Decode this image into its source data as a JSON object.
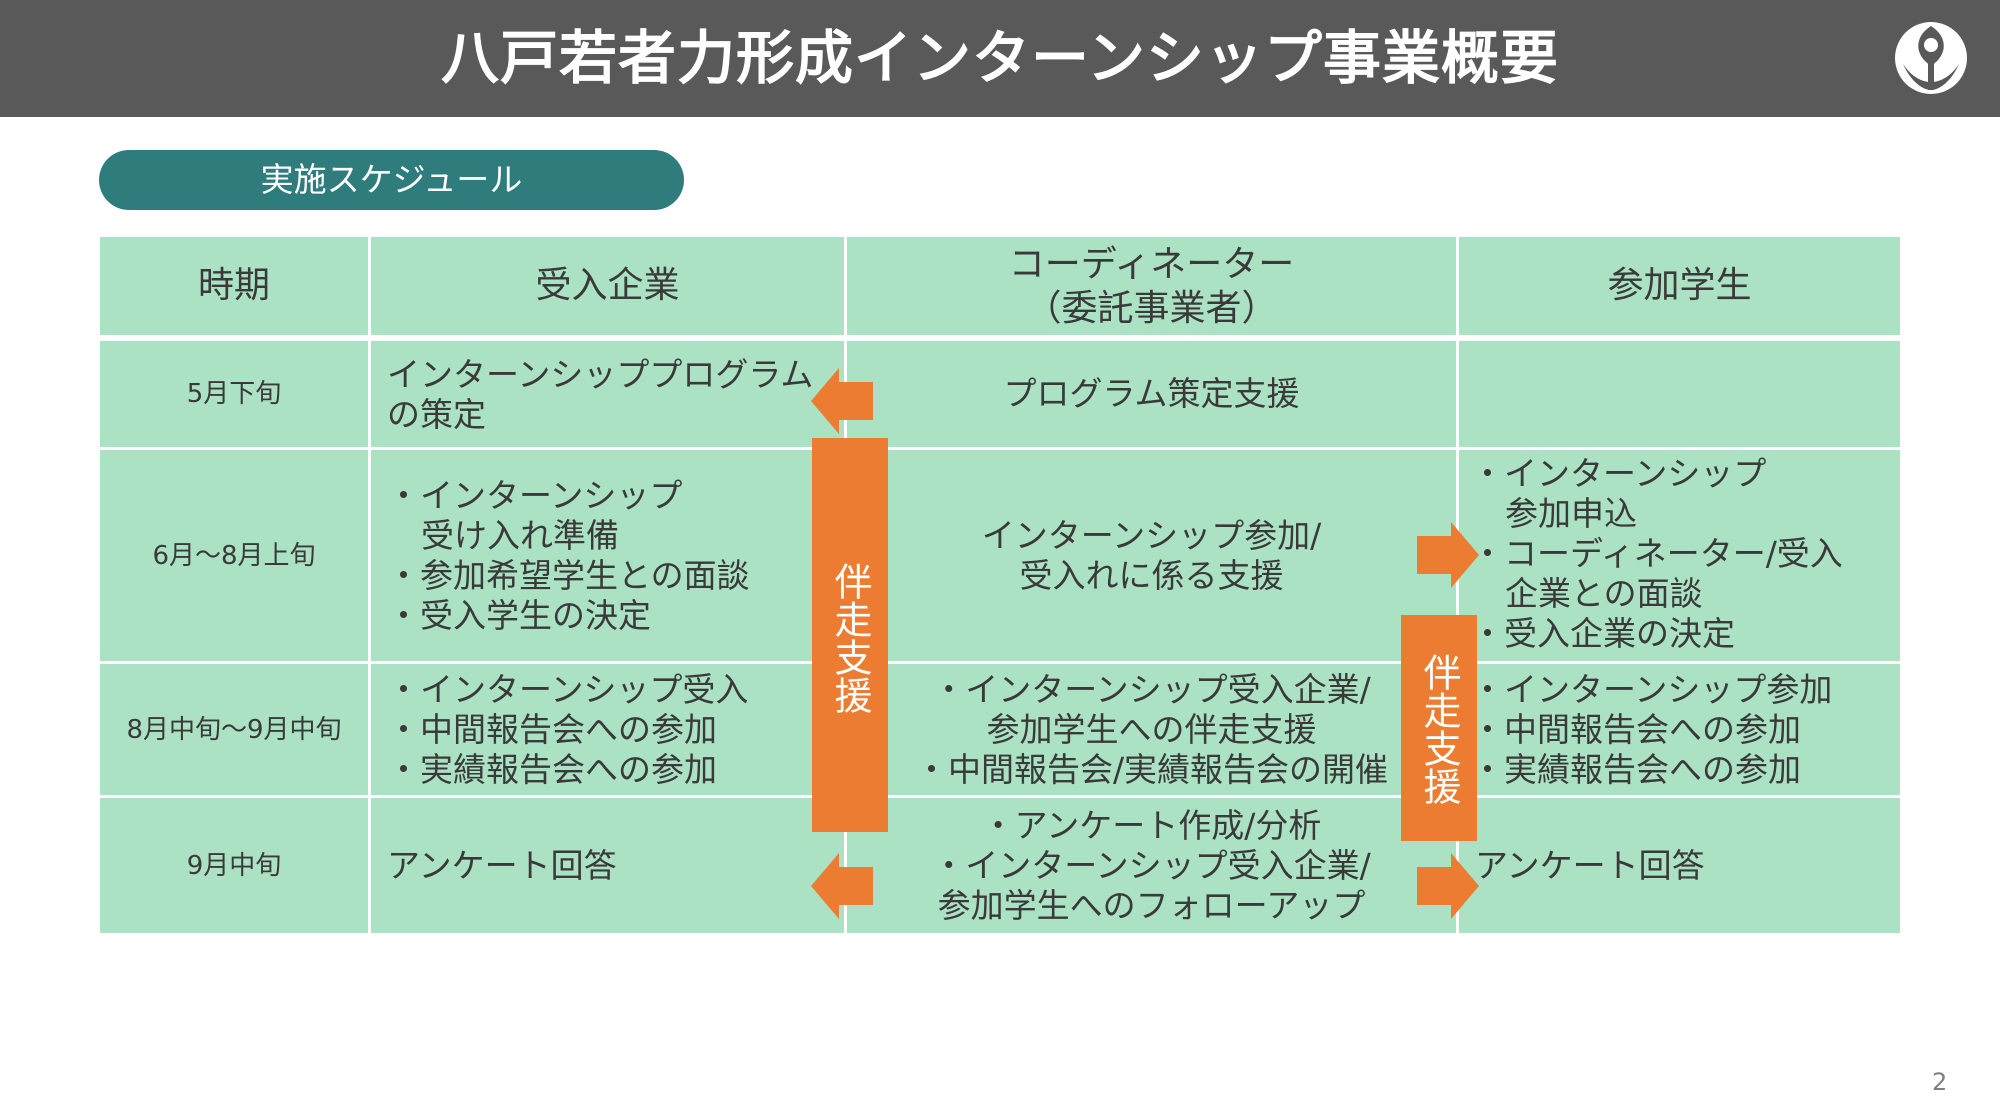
{
  "header": {
    "title": "八戸若者力形成インターンシップ事業概要"
  },
  "section": {
    "label": "実施スケジュール"
  },
  "table": {
    "headers": {
      "period": "時期",
      "company": "受入企業",
      "coordinator_line1": "コーディネーター",
      "coordinator_line2": "（委託事業者）",
      "student": "参加学生"
    },
    "rows": [
      {
        "period": "5月下旬",
        "company": [
          "インターンシッププログラム",
          "の策定"
        ],
        "coordinator": [
          "プログラム策定支援"
        ],
        "student": []
      },
      {
        "period": "6月～8月上旬",
        "company": [
          "・インターンシップ",
          "受け入れ準備",
          "・参加希望学生との面談",
          "・受入学生の決定"
        ],
        "coordinator": [
          "インターンシップ参加/",
          "受入れに係る支援"
        ],
        "student": [
          "・インターンシップ",
          "参加申込",
          "・コーディネーター/受入",
          "企業との面談",
          "・受入企業の決定"
        ]
      },
      {
        "period": "8月中旬～9月中旬",
        "company": [
          "・インターンシップ受入",
          "・中間報告会への参加",
          "・実績報告会への参加"
        ],
        "coordinator": [
          "・インターンシップ受入企業/",
          "参加学生への伴走支援",
          "・中間報告会/実績報告会の開催"
        ],
        "student": [
          "・インターンシップ参加",
          "・中間報告会への参加",
          "・実績報告会への参加"
        ]
      },
      {
        "period": "9月中旬",
        "company": [
          "アンケート回答"
        ],
        "coordinator": [
          "・アンケート作成/分析",
          "・インターンシップ受入企業/",
          "参加学生へのフォローアップ"
        ],
        "student": [
          "アンケート回答"
        ]
      }
    ]
  },
  "support_bars": {
    "left_label": "伴走支援",
    "right_label": "伴走支援"
  },
  "page": {
    "number": "2"
  },
  "colors": {
    "title_bar": "#595959",
    "pill": "#2e7c7c",
    "cell": "#abe2c4",
    "accent": "#ec7c31"
  },
  "icons": {
    "logo": "city-emblem-icon",
    "arrow_left": "arrow-left-icon",
    "arrow_right": "arrow-right-icon"
  }
}
